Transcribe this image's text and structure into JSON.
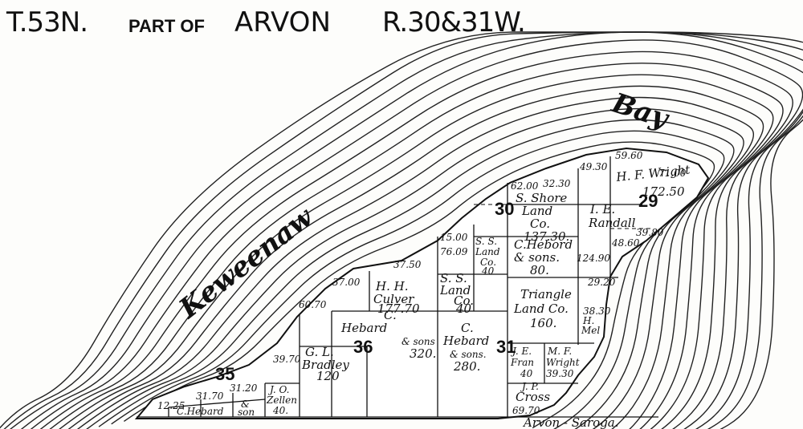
{
  "header": {
    "township": "T.53N.",
    "part_of": "PART OF",
    "place": "ARVON",
    "range": "R.30&31W."
  },
  "water": {
    "bay_word1": "Keweenaw",
    "bay_word2": "Bay"
  },
  "sections": {
    "s35": "35",
    "s36": "36",
    "s31": "31",
    "s30": "30",
    "s29": "29"
  },
  "owners": {
    "ss_shore_1": "S. Shore",
    "ss_shore_2": "Land",
    "ss_shore_3": "Co.",
    "ss_shore_4": "137.30.",
    "ie_randall_1": "I. E.",
    "ie_randall_2": "Randall",
    "hf_wright_1": "H. F. Wright",
    "hf_wright_2": "172.50",
    "cheb_top_1": "C.Hebord",
    "cheb_top_2": "& sons.",
    "cheb_top_3": "80.",
    "ss_small_1": "S. S.",
    "ss_small_2": "Land",
    "ss_small_3": "Co.",
    "ss_small_4": "40",
    "hh_culver_1": "H. H.",
    "hh_culver_2": "Culver",
    "hh_culver_3": "177.70",
    "ss_mid_1": "S. S.",
    "ss_mid_2": "Land",
    "ss_mid_3": "Co.",
    "ss_mid_4": "40",
    "triangle_1": "Triangle",
    "triangle_2": "Land Co.",
    "triangle_3": "160.",
    "cheb_36_1": "C.",
    "cheb_36_2": "Hebard",
    "cheb_36_3": "& sons",
    "cheb_36_4": "320.",
    "cheb_31_1": "C.",
    "cheb_31_2": "Hebard",
    "cheb_31_3": "& sons.",
    "cheb_31_4": "280.",
    "gl_bradley_1": "G. L.",
    "gl_bradley_2": "Bradley",
    "gl_bradley_3": "120",
    "je_fran_1": "J. E.",
    "je_fran_2": "Fran",
    "je_fran_3": "40",
    "mf_wright_1": "M. F.",
    "mf_wright_2": "Wright",
    "jp_cross_1": "J. P.",
    "jp_cross_2": "Cross",
    "jo_zellen_1": "J. O.",
    "jo_zellen_2": "Zellen",
    "jo_zellen_3": "40.",
    "cheb_low_1": "C.Hebard",
    "cheb_low_2": "&",
    "cheb_low_3": "son",
    "hm_1": "H.",
    "hm_2": "Mel",
    "road": "Arvon - Saroga."
  },
  "acreages": {
    "a1": "62.00",
    "a2": "32.30",
    "a3": "49.30",
    "a4": "59.60",
    "a5": "71.00",
    "a6": "39.80",
    "a7": "15.00",
    "a8": "48.60",
    "a9": "76.09",
    "a10": "37.50",
    "a11": "37.00",
    "a12": "60.70",
    "a13": "29.20",
    "a14": "38.30",
    "a15": "39.70",
    "a16": "39.30",
    "a17": "31.20",
    "a18": "31.70",
    "a19": "12.25",
    "a20": "69.70",
    "a21": "124.90"
  }
}
